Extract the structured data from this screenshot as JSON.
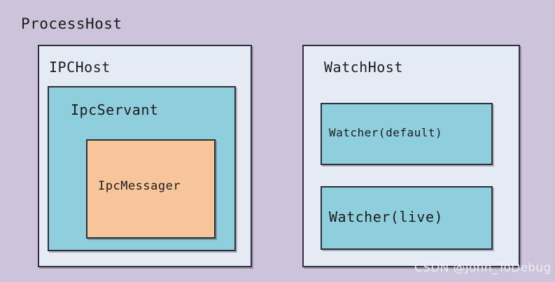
{
  "diagram": {
    "title": "ProcessHost",
    "background_color": "#cdc3da",
    "nodes": {
      "ipc_host": {
        "label": "IPCHost",
        "fill": "#e5ebf5"
      },
      "ipc_servant": {
        "label": "IpcServant",
        "fill": "#8fcedd"
      },
      "ipc_messager": {
        "label": "IpcMessager",
        "fill": "#f8c49a"
      },
      "watch_host": {
        "label": "WatchHost",
        "fill": "#e5ebf5"
      },
      "watcher_default": {
        "label": "Watcher(default)",
        "fill": "#8fcedd"
      },
      "watcher_live": {
        "label": "Watcher(live)",
        "fill": "#8fcedd"
      }
    },
    "watermark": "CSDN @John_ToDebug"
  }
}
